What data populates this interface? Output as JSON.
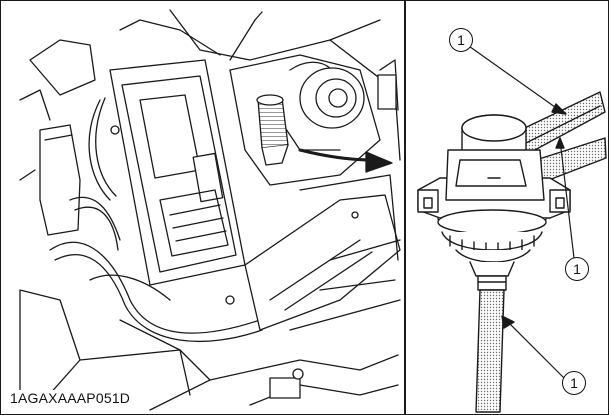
{
  "figure": {
    "code": "1AGAXAAAP051D",
    "callouts": [
      {
        "label": "1",
        "target": "upper hose"
      },
      {
        "label": "1",
        "target": "side hose"
      },
      {
        "label": "1",
        "target": "bottom hose"
      }
    ]
  },
  "colors": {
    "line": "#1a1a1a",
    "hatch": "#8a8a8a",
    "paper": "#ffffff"
  }
}
